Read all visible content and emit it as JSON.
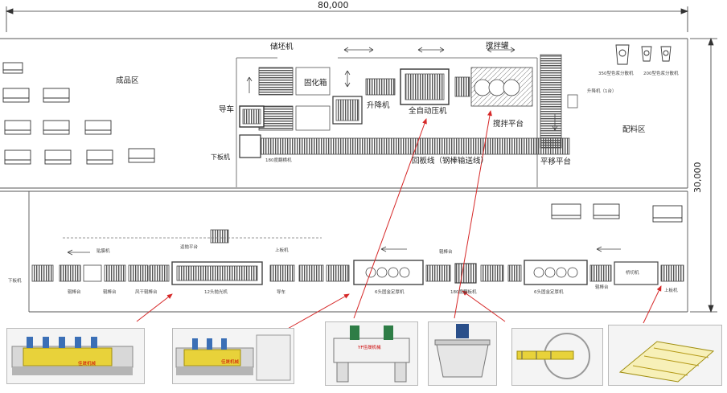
{
  "dimensions": {
    "width_mm": "80,000",
    "height_mm": "30,000"
  },
  "upper_labels": {
    "finished_area": "成品区",
    "storage_machine": "储坯机",
    "curing_box": "固化箱",
    "guide_car": "导车",
    "lift_machine": "升降机",
    "auto_press": "全自动压机",
    "mixing_tank": "搅拌罐",
    "mixing_platform": "搅拌平台",
    "lower_board_top": "下板机",
    "cross_180": "180度翻横机",
    "return_line": "回板线（钢棒输送线）",
    "shift_platform": "平移平台",
    "batching_area": "配料区",
    "lift_1": "升降机（1台）",
    "disperser_350": "350型色浆分散机",
    "disperser_200": "200型色浆分散机"
  },
  "lower_labels": {
    "unload_left": "下板机",
    "roller_1": "辊棒台",
    "paste_machine": "贴膜机",
    "roller_2": "辊棒台",
    "dry_roller": "风干辊棒台",
    "return_polish": "返抛平台",
    "polish_12": "12头抛光机",
    "load_board": "上板机",
    "guide_car_2": "导车",
    "calib_6a": "6头固金定厚机",
    "roller_3": "辊棒台",
    "flip_180": "180度翻板机",
    "calib_6b": "6头固金定厚机",
    "roller_4": "辊棒台",
    "cut_machine": "桥切机",
    "load_right": "上板机"
  },
  "photo_captions": {
    "brand_1": "佳晟机械",
    "brand_2": "佳晟机械",
    "brand_3": "YF佳晟机械"
  },
  "colors": {
    "line": "#555555",
    "arrow_red": "#d62828",
    "photo_yellow": "#e8d23a",
    "photo_blue": "#3b6fb6"
  },
  "icons": [
    "disperser-350-icon",
    "disperser-200-icon",
    "truck-icon",
    "flow-arrow-icon"
  ]
}
